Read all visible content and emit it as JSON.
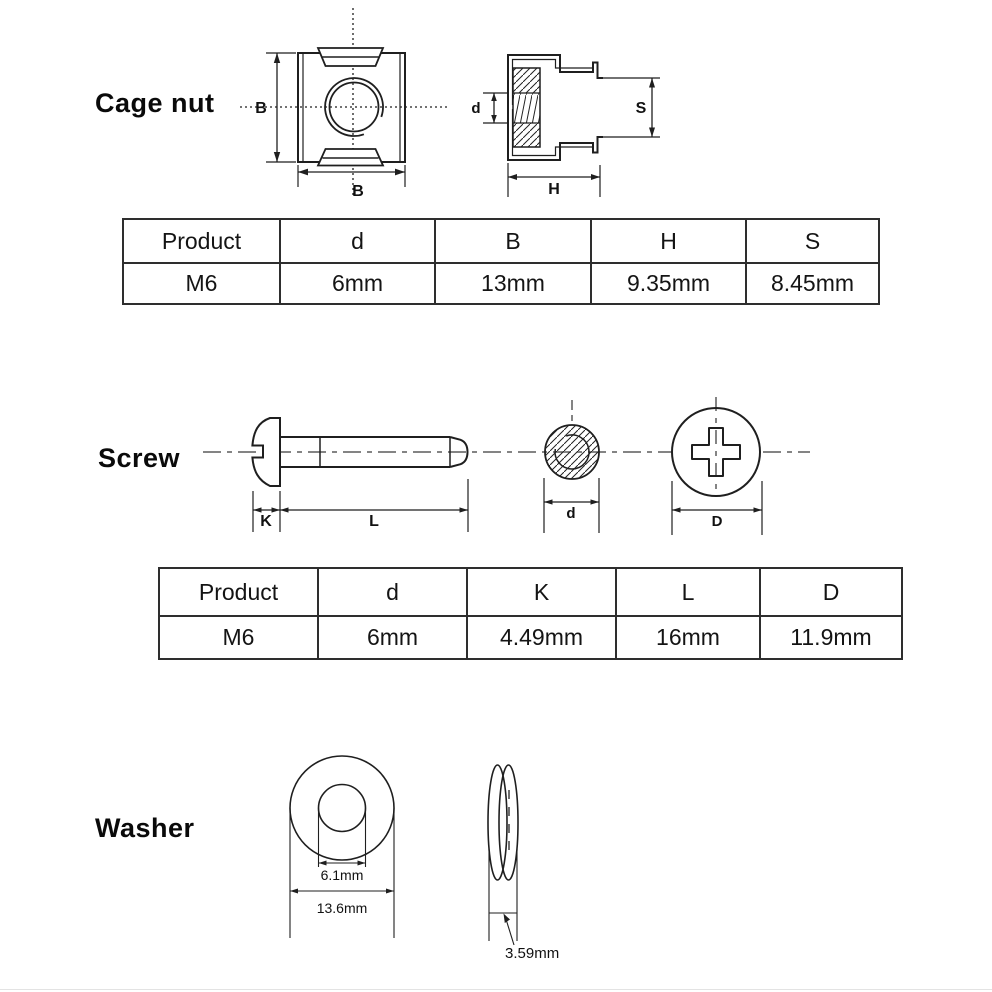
{
  "cage_nut": {
    "title": "Cage nut",
    "dims": {
      "b_vertical": "B",
      "b_horizontal": "B",
      "d": "d",
      "s": "S",
      "h": "H"
    },
    "table": {
      "headers": [
        "Product",
        "d",
        "B",
        "H",
        "S"
      ],
      "rows": [
        [
          "M6",
          "6mm",
          "13mm",
          "9.35mm",
          "8.45mm"
        ]
      ]
    }
  },
  "screw": {
    "title": "Screw",
    "dims": {
      "k": "K",
      "l": "L",
      "d": "d",
      "d_head": "D"
    },
    "table": {
      "headers": [
        "Product",
        "d",
        "K",
        "L",
        "D"
      ],
      "rows": [
        [
          "M6",
          "6mm",
          "4.49mm",
          "16mm",
          "11.9mm"
        ]
      ]
    }
  },
  "washer": {
    "title": "Washer",
    "dims": {
      "inner_diameter": "6.1mm",
      "outer_diameter": "13.6mm",
      "thickness": "3.59mm"
    }
  },
  "colors": {
    "line": "#1f1f1f",
    "text": "#111111",
    "table_border": "#2e2e2e",
    "background": "#ffffff"
  }
}
